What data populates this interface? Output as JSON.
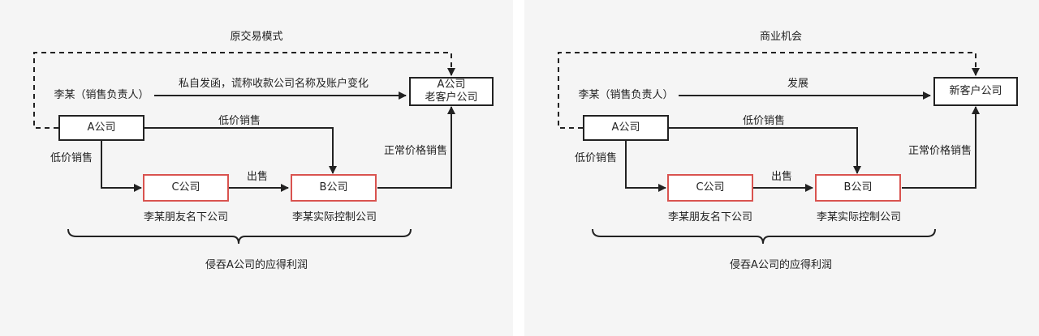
{
  "left": {
    "title": "原交易模式",
    "person": "李某（销售负责人）",
    "top_arrow_label": "私自发函，谎称收款公司名称及账户变化",
    "company_a": "A公司",
    "target_line1": "A公司",
    "target_line2": "老客户公司",
    "low_price_top": "低价销售",
    "low_price_left": "低价销售",
    "company_c": "C公司",
    "sell": "出售",
    "company_b": "B公司",
    "normal_price": "正常价格销售",
    "c_caption": "李某朋友名下公司",
    "b_caption": "李某实际控制公司",
    "brace_caption": "侵吞A公司的应得利润"
  },
  "right": {
    "title": "商业机会",
    "person": "李某（销售负责人）",
    "top_arrow_label": "发展",
    "company_a": "A公司",
    "target_line1": "新客户公司",
    "low_price_top": "低价销售",
    "low_price_left": "低价销售",
    "company_c": "C公司",
    "sell": "出售",
    "company_b": "B公司",
    "normal_price": "正常价格销售",
    "c_caption": "李某朋友名下公司",
    "b_caption": "李某实际控制公司",
    "brace_caption": "侵吞A公司的应得利润"
  },
  "colors": {
    "line": "#222222",
    "red_border": "#d9534f",
    "panel_bg": "#f5f5f5"
  }
}
